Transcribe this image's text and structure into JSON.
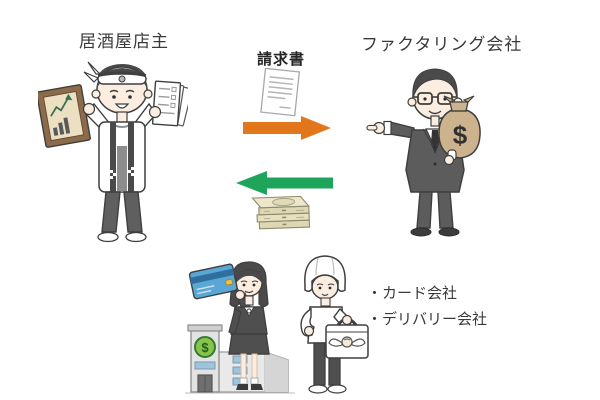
{
  "canvas": {
    "background": "#ffffff"
  },
  "diagram": {
    "left_actor": {
      "label": "居酒屋店主"
    },
    "right_actor": {
      "label": "ファクタリング会社"
    },
    "invoice": {
      "label": "請求書"
    },
    "arrows": {
      "to_right_color": "#E2761B",
      "to_left_color": "#1FA45C"
    },
    "bottom_group": {
      "items": [
        "・カード会社",
        "・デリバリー会社"
      ]
    },
    "symbols": {
      "money_bag_currency": "$",
      "bank_currency": "$"
    },
    "icons": {
      "invoice_document": "invoice-document-icon",
      "cash_stack": "cash-stack-icon",
      "money_bag": "money-bag-icon",
      "credit_card": "credit-card-icon",
      "bank_building": "bank-building-icon",
      "delivery_bag": "delivery-bag-icon"
    }
  }
}
